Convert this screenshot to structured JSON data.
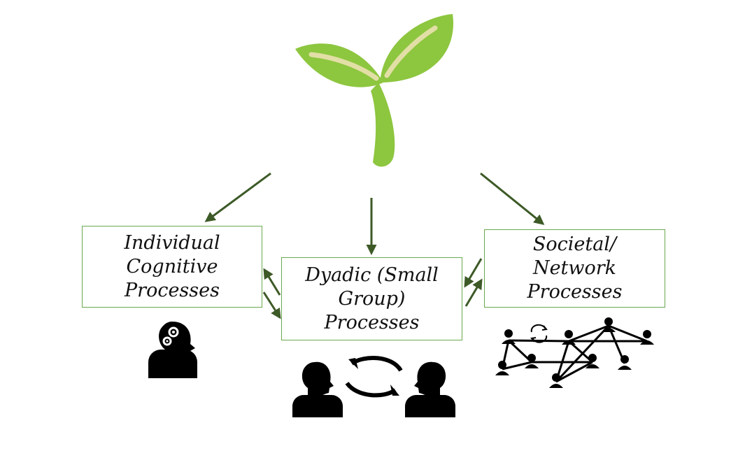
{
  "nodes": {
    "individual": {
      "label": "Individual\nCognitive\nProcesses"
    },
    "dyadic": {
      "label": "Dyadic (Small\nGroup)\nProcesses"
    },
    "societal": {
      "label": "Societal/\nNetwork\nProcesses"
    }
  },
  "icons": {
    "root": "seedling-icon",
    "individual": "head-with-gears-icon",
    "dyadic": "two-people-exchange-icon",
    "societal": "people-network-icon"
  },
  "colors": {
    "arrow": "#3d5a27",
    "box_border": "#6aa84f",
    "leaf": "#8dc63f",
    "leaf_vein": "#e2dfa6",
    "icon": "#000000"
  }
}
